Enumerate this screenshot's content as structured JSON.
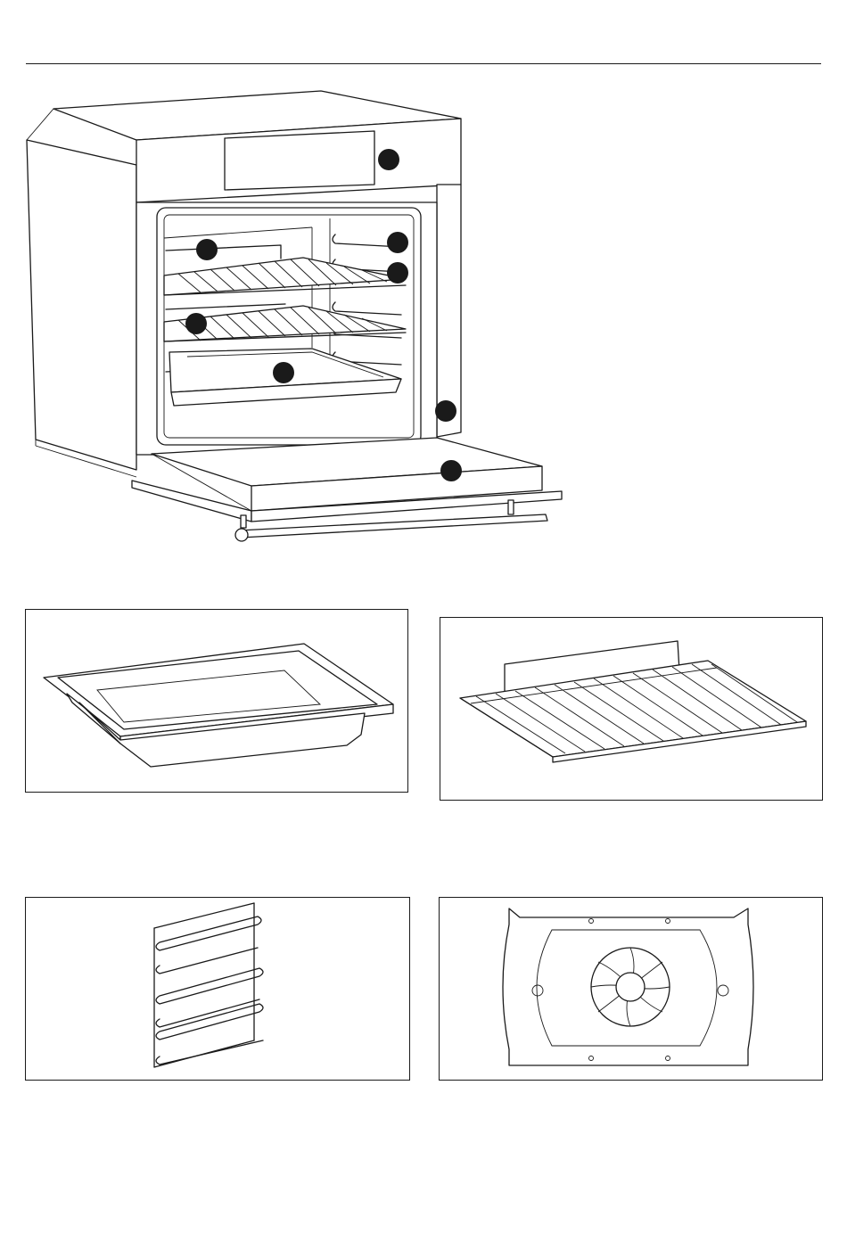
{
  "page": {
    "icons": {
      "oven": "oven-illustration",
      "tray": "baking-tray-illustration",
      "rack": "wire-rack-illustration",
      "guides": "side-rack-guides-illustration",
      "fan": "fan-cover-illustration"
    },
    "marker_color": "#1a1a1a",
    "line_color": "#1a1a1a"
  }
}
